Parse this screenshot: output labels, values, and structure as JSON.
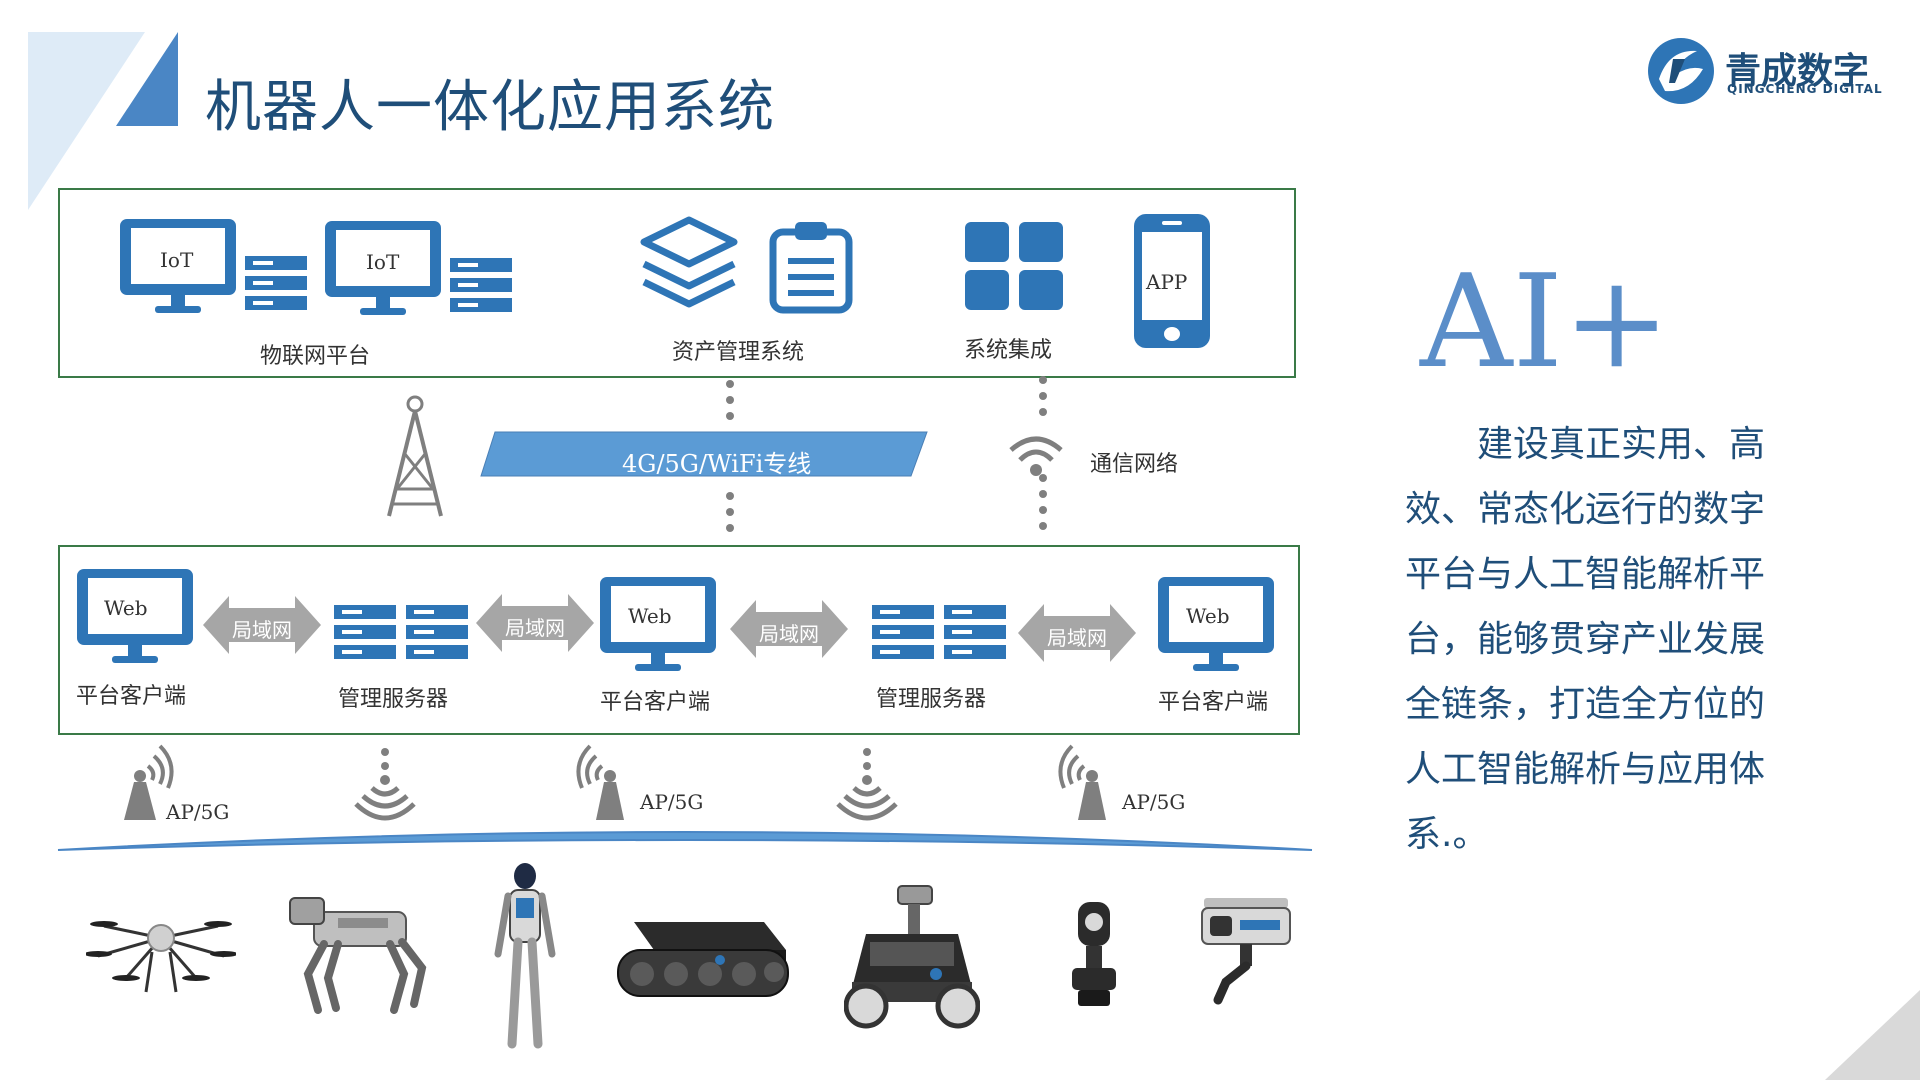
{
  "title": "机器人一体化应用系统",
  "logo": {
    "cn": "青成数字",
    "en": "QINGCHENG DIGITAL"
  },
  "colors": {
    "primary": "#2e75b6",
    "dark": "#1f4e79",
    "light": "#5b8ec9",
    "box_border": "#3a7a47"
  },
  "platform": {
    "iot_screen_text": "IoT",
    "app_text": "APP",
    "iot_label": "物联网平台",
    "asset_label": "资产管理系统",
    "integration_label": "系统集成"
  },
  "network": {
    "band_label": "4G/5G/WiFi专线",
    "comm_label": "通信网络"
  },
  "lan": {
    "web_text": "Web",
    "client_label": "平台客户端",
    "server_label": "管理服务器",
    "lan_label": "局域网"
  },
  "access": {
    "ap_label": "AP/5G"
  },
  "side": {
    "ai_text": "AI+",
    "description": "建设真正实用、高效、常态化运行的数字平台与人工智能解析平台，能够贯穿产业发展全链条，打造全方位的人工智能解析与应用体系.。"
  },
  "icons": [
    "monitor-icon",
    "server-icon",
    "layers-icon",
    "clipboard-icon",
    "grid-icon",
    "phone-icon",
    "tower-icon",
    "wifi-icon",
    "antenna-icon"
  ],
  "robots": [
    "drone",
    "robot-dog",
    "humanoid",
    "tracked-chassis",
    "patrol-robot",
    "ptz-camera",
    "arm-camera"
  ]
}
